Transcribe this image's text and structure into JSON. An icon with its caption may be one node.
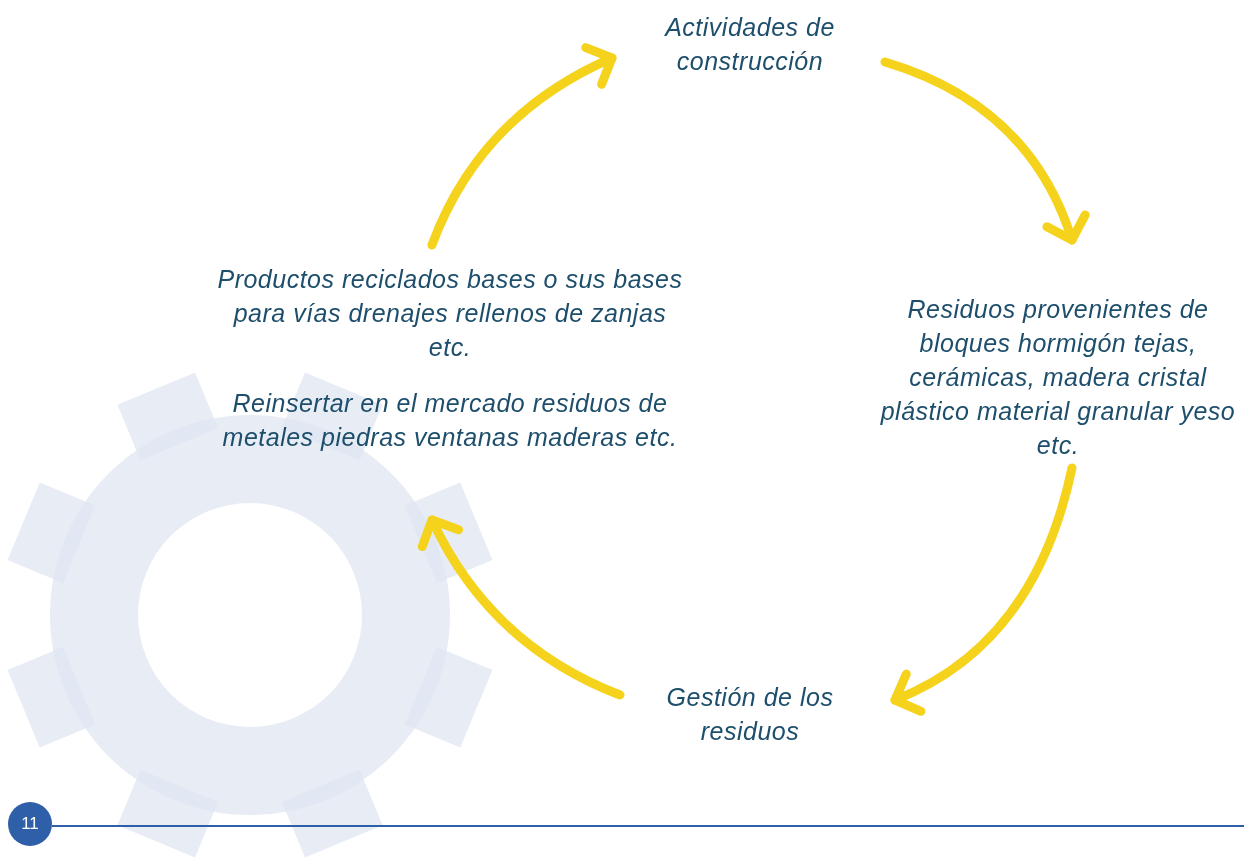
{
  "diagram": {
    "nodes": [
      {
        "text": [
          "Actividades de construcción"
        ]
      },
      {
        "text": [
          "Residuos provenientes de bloques hormigón tejas, cerámicas, madera cristal plástico material granular yeso etc."
        ]
      },
      {
        "text": [
          "Gestión de los residuos"
        ]
      },
      {
        "text": [
          "Productos reciclados bases o sus bases para vías drenajes rellenos de zanjas etc.",
          "Reinsertar en el mercado residuos de metales piedras ventanas maderas etc."
        ]
      }
    ],
    "edges": [
      {
        "from": 0,
        "to": 1,
        "arrow": "to"
      },
      {
        "from": 1,
        "to": 2,
        "arrow": "to"
      },
      {
        "from": 2,
        "to": 3,
        "arrow": "to"
      },
      {
        "from": 3,
        "to": 0,
        "arrow": "to"
      }
    ],
    "labels": [
      "11"
    ]
  }
}
